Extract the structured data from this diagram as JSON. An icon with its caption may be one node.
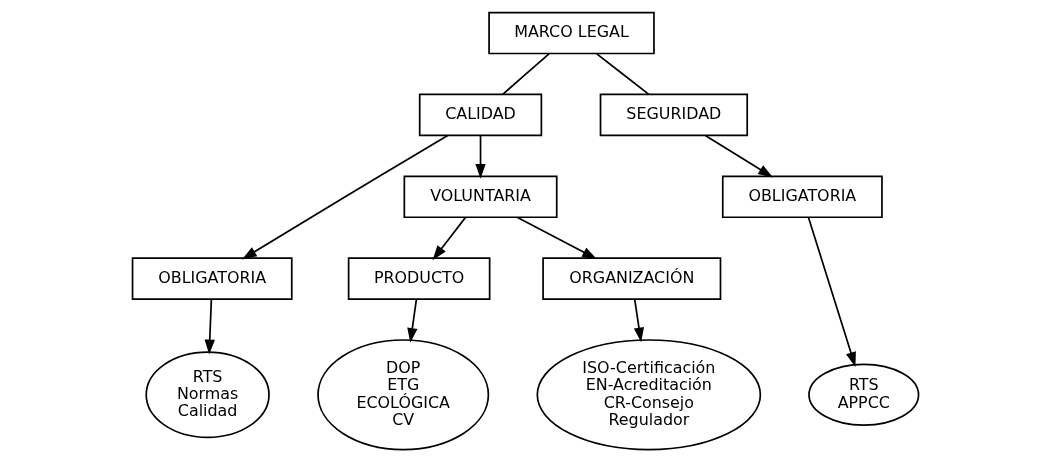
{
  "diagram": {
    "nodes": [
      {
        "text": [
          "MARCO LEGAL"
        ]
      },
      {
        "text": [
          "CALIDAD"
        ]
      },
      {
        "text": [
          "SEGURIDAD"
        ]
      },
      {
        "text": [
          "OBLIGATORIA"
        ]
      },
      {
        "text": [
          "VOLUNTARIA"
        ]
      },
      {
        "text": [
          "OBLIGATORIA"
        ]
      },
      {
        "text": [
          "PRODUCTO"
        ]
      },
      {
        "text": [
          "ORGANIZACIÓN"
        ]
      },
      {
        "text": [
          "RTS",
          "Normas",
          "Calidad"
        ]
      },
      {
        "text": [
          "DOP",
          "ETG",
          "ECOLÓGICA",
          "CV"
        ]
      },
      {
        "text": [
          "ISO-Certificación",
          "EN-Acreditación",
          "CR-Consejo",
          "Regulador"
        ]
      },
      {
        "text": [
          "RTS",
          "APPCC"
        ]
      }
    ],
    "edges": [
      {
        "from": 0,
        "to": 1,
        "arrow": "none"
      },
      {
        "from": 0,
        "to": 2,
        "arrow": "none"
      },
      {
        "from": 1,
        "to": 3,
        "arrow": "to"
      },
      {
        "from": 1,
        "to": 4,
        "arrow": "to"
      },
      {
        "from": 2,
        "to": 5,
        "arrow": "to"
      },
      {
        "from": 4,
        "to": 6,
        "arrow": "to"
      },
      {
        "from": 4,
        "to": 7,
        "arrow": "to"
      },
      {
        "from": 3,
        "to": 8,
        "arrow": "to"
      },
      {
        "from": 6,
        "to": 9,
        "arrow": "to"
      },
      {
        "from": 7,
        "to": 10,
        "arrow": "to"
      },
      {
        "from": 5,
        "to": 11,
        "arrow": "to"
      }
    ]
  }
}
